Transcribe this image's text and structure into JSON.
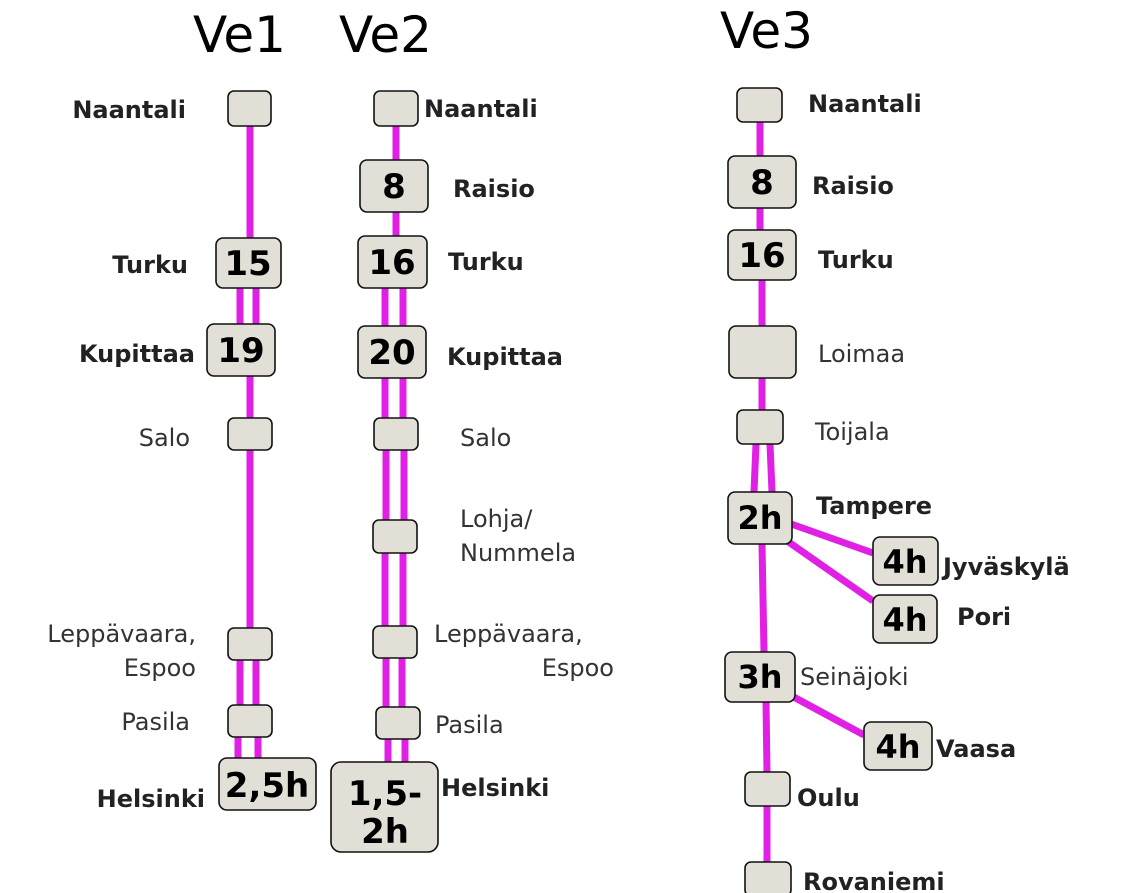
{
  "variants": [
    {
      "title": "Ve1",
      "stations": {
        "naantali": {
          "name": "Naantali",
          "time": ""
        },
        "turku": {
          "name": "Turku",
          "time": "15"
        },
        "kupittaa": {
          "name": "Kupittaa",
          "time": "19"
        },
        "salo": {
          "name": "Salo",
          "time": ""
        },
        "leppavaara": {
          "name_line1": "Leppävaara,",
          "name_line2": "Espoo",
          "time": ""
        },
        "pasila": {
          "name": "Pasila",
          "time": ""
        },
        "helsinki": {
          "name": "Helsinki",
          "time": "2,5h"
        }
      }
    },
    {
      "title": "Ve2",
      "stations": {
        "naantali": {
          "name": "Naantali",
          "time": ""
        },
        "raisio": {
          "name": "Raisio",
          "time": "8"
        },
        "turku": {
          "name": "Turku",
          "time": "16"
        },
        "kupittaa": {
          "name": "Kupittaa",
          "time": "20"
        },
        "salo": {
          "name": "Salo",
          "time": ""
        },
        "lohja": {
          "name_line1": "Lohja/",
          "name_line2": "Nummela",
          "time": ""
        },
        "leppavaara": {
          "name_line1": "Leppävaara,",
          "name_line2": "Espoo",
          "time": ""
        },
        "pasila": {
          "name": "Pasila",
          "time": ""
        },
        "helsinki": {
          "name": "Helsinki",
          "time_line1": "1,5-",
          "time_line2": "2h"
        }
      }
    },
    {
      "title": "Ve3",
      "stations": {
        "naantali": {
          "name": "Naantali",
          "time": ""
        },
        "raisio": {
          "name": "Raisio",
          "time": "8"
        },
        "turku": {
          "name": "Turku",
          "time": "16"
        },
        "loimaa": {
          "name": "Loimaa",
          "time": ""
        },
        "toijala": {
          "name": "Toijala",
          "time": ""
        },
        "tampere": {
          "name": "Tampere",
          "time": "2h"
        },
        "jyvaskyla": {
          "name": "Jyväskylä",
          "time": "4h"
        },
        "pori": {
          "name": "Pori",
          "time": "4h"
        },
        "seinajoki": {
          "name": "Seinäjoki",
          "time": "3h"
        },
        "vaasa": {
          "name": "Vaasa",
          "time": "4h"
        },
        "oulu": {
          "name": "Oulu",
          "time": ""
        },
        "rovaniemi": {
          "name": "Rovaniemi",
          "time": ""
        }
      }
    }
  ],
  "colors": {
    "track": "#e020e4",
    "station_fill": "#e2dfd7",
    "station_stroke": "#111111"
  }
}
